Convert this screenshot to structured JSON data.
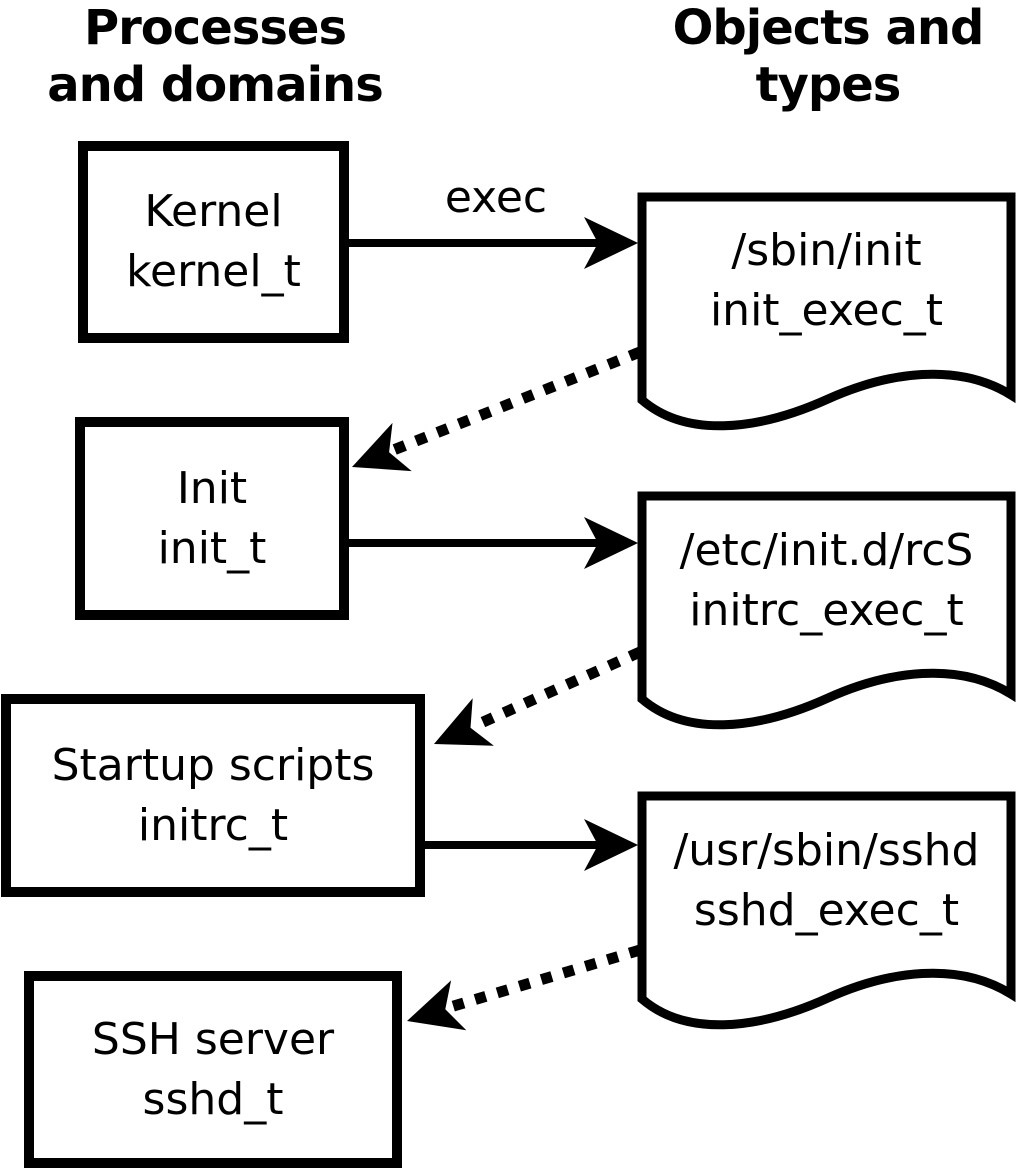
{
  "diagram": {
    "headers": {
      "left": {
        "line1": "Processes",
        "line2": "and domains"
      },
      "right": {
        "line1": "Objects and",
        "line2": "types"
      }
    },
    "labels": {
      "exec": "exec"
    },
    "processes": [
      {
        "name": "Kernel",
        "domain": "kernel_t"
      },
      {
        "name": "Init",
        "domain": "init_t"
      },
      {
        "name": "Startup scripts",
        "domain": "initrc_t"
      },
      {
        "name": "SSH server",
        "domain": "sshd_t"
      }
    ],
    "objects": [
      {
        "path": "/sbin/init",
        "type": "init_exec_t"
      },
      {
        "path": "/etc/init.d/rcS",
        "type": "initrc_exec_t"
      },
      {
        "path": "/usr/sbin/sshd",
        "type": "sshd_exec_t"
      }
    ],
    "colors": {
      "ink": "#000000",
      "paper": "#ffffff"
    }
  }
}
